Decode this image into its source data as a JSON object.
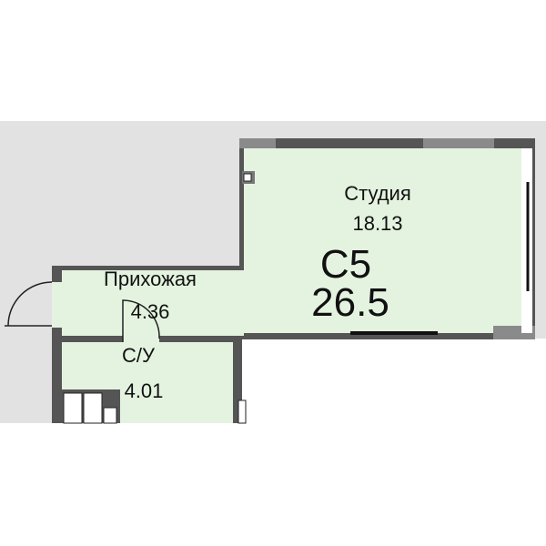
{
  "apartment": {
    "code": "C5",
    "total_area": "26.5"
  },
  "rooms": [
    {
      "name": "Студия",
      "area": "18.13"
    },
    {
      "name": "Прихожая",
      "area": "4.36"
    },
    {
      "name": "С/У",
      "area": "4.01"
    }
  ],
  "colors": {
    "room_fill": "#e4f3e0",
    "wall": "#555555",
    "wall_light": "#8a8a8a",
    "background": "#e2e2e2"
  }
}
